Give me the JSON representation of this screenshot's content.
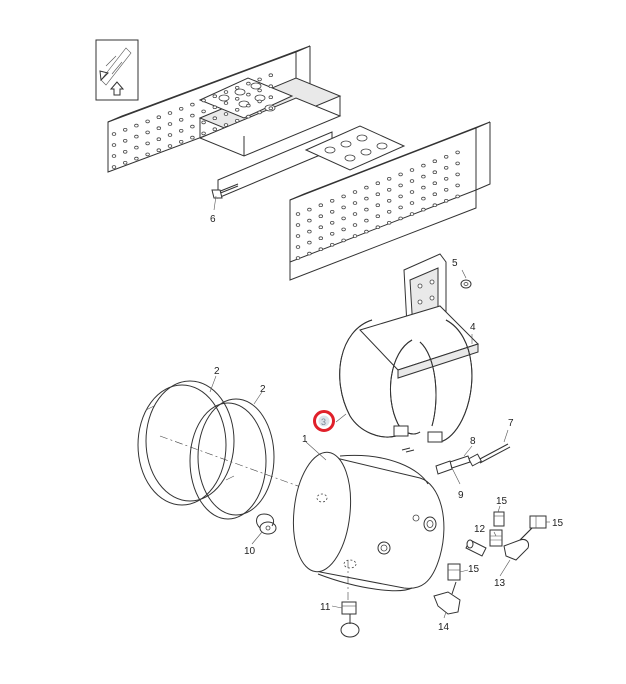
{
  "callouts": {
    "c1": "1",
    "c2a": "2",
    "c2b": "2",
    "c3": "3",
    "c4": "4",
    "c5": "5",
    "c6": "6",
    "c7": "7",
    "c8": "8",
    "c9": "9",
    "c10": "10",
    "c11": "11",
    "c12": "12",
    "c13": "13",
    "c14": "14",
    "c15a": "15",
    "c15b": "15",
    "c15c": "15"
  },
  "highlight": {
    "selected_callout": "3",
    "color": "#e0202a"
  },
  "icons": {
    "orientation": "forward-direction-icon"
  }
}
